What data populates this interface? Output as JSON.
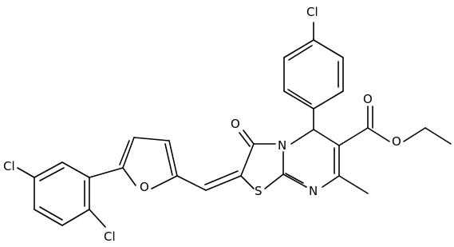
{
  "molecule": {
    "atoms": {
      "cl_top": "Cl",
      "cl_left": "Cl",
      "cl_bottom": "Cl",
      "o_furan": "O",
      "o_ketone": "O",
      "o_carbonyl": "O",
      "o_ester": "O",
      "n_ring": "N",
      "n_imine": "N",
      "s_ring": "S"
    }
  }
}
